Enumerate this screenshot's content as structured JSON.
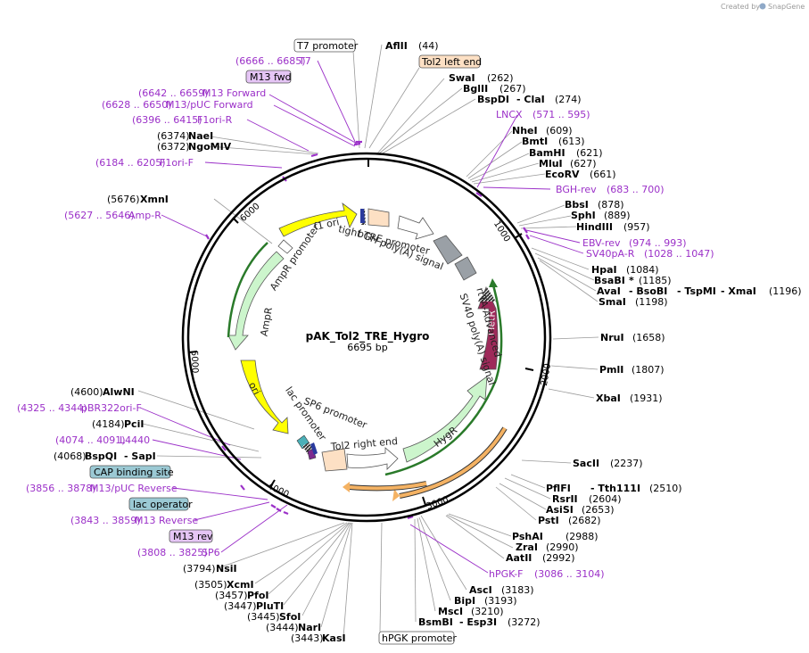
{
  "credit": {
    "prefix": "Created by",
    "brand": "SnapGene"
  },
  "title": "pAK_Tol2_TRE_Hygro",
  "length": "6695 bp",
  "ticks": [
    "1000",
    "2000",
    "3000",
    "4000",
    "5000",
    "6000"
  ],
  "features": [
    {
      "id": "f1ori",
      "label": "f1 ori"
    },
    {
      "id": "ampr-promoter",
      "label": "AmpR promoter"
    },
    {
      "id": "ampr",
      "label": "AmpR"
    },
    {
      "id": "ori",
      "label": "ori"
    },
    {
      "id": "lac-promoter",
      "label": "lac promoter"
    },
    {
      "id": "sp6-promoter",
      "label": "SP6 promoter"
    },
    {
      "id": "tol2-right-end",
      "label": "Tol2 right end"
    },
    {
      "id": "hygr",
      "label": "HygR"
    },
    {
      "id": "rtetr",
      "label": "rTetR"
    },
    {
      "id": "rta-advanced",
      "label": "rtTA-Advanced"
    },
    {
      "id": "sv40-polya",
      "label": "SV40 poly(A) signal"
    },
    {
      "id": "tight-tre",
      "label": "tight TRE promoter"
    },
    {
      "id": "bgh-polya",
      "label": "bGH poly(A) signal"
    }
  ],
  "labels": [
    {
      "id": "t7-promoter-box",
      "text": "T7 promoter"
    },
    {
      "id": "afl2",
      "text": "AflII"
    },
    {
      "id": "afl2-n",
      "text": "(44)"
    },
    {
      "id": "tol2-left-box",
      "text": "Tol2 left end"
    },
    {
      "id": "t7-n",
      "text": "(6666 .. 6685)"
    },
    {
      "id": "t7",
      "text": "T7"
    },
    {
      "id": "m13fwd-box",
      "text": "M13 fwd"
    },
    {
      "id": "swai",
      "text": "SwaI"
    },
    {
      "id": "swai-n",
      "text": "(262)"
    },
    {
      "id": "bglii",
      "text": "BglII"
    },
    {
      "id": "bglii-n",
      "text": "(267)"
    },
    {
      "id": "bspdi",
      "text": "BspDI"
    },
    {
      "id": "clai",
      "text": "- ClaI"
    },
    {
      "id": "clai-n",
      "text": "(274)"
    },
    {
      "id": "m13f-n",
      "text": "(6642 .. 6659)"
    },
    {
      "id": "m13f",
      "text": "M13 Forward"
    },
    {
      "id": "m13puc-n",
      "text": "(6628 .. 6650)"
    },
    {
      "id": "m13puc",
      "text": "M13/pUC Forward"
    },
    {
      "id": "lncx",
      "text": "LNCX"
    },
    {
      "id": "lncx-n",
      "text": "(571 .. 595)"
    },
    {
      "id": "f1orir-n",
      "text": "(6396 .. 6415)"
    },
    {
      "id": "f1orir",
      "text": "F1ori-R"
    },
    {
      "id": "naei-n",
      "text": "(6374)"
    },
    {
      "id": "naei",
      "text": "NaeI"
    },
    {
      "id": "nhei",
      "text": "NheI"
    },
    {
      "id": "nhei-n",
      "text": "(609)"
    },
    {
      "id": "ngomiv-n",
      "text": "(6372)"
    },
    {
      "id": "ngomiv",
      "text": "NgoMIV"
    },
    {
      "id": "bmti",
      "text": "BmtI"
    },
    {
      "id": "bmti-n",
      "text": "(613)"
    },
    {
      "id": "bamhi",
      "text": "BamHI"
    },
    {
      "id": "bamhi-n",
      "text": "(621)"
    },
    {
      "id": "f1orif-n",
      "text": "(6184 .. 6205)"
    },
    {
      "id": "f1orif",
      "text": "F1ori-F"
    },
    {
      "id": "mlui",
      "text": "MluI"
    },
    {
      "id": "mlui-n",
      "text": "(627)"
    },
    {
      "id": "ecorv",
      "text": "EcoRV"
    },
    {
      "id": "ecorv-n",
      "text": "(661)"
    },
    {
      "id": "bghrev",
      "text": "BGH-rev"
    },
    {
      "id": "bghrev-n",
      "text": "(683 .. 700)"
    },
    {
      "id": "xmni-n",
      "text": "(5676)"
    },
    {
      "id": "xmni",
      "text": "XmnI"
    },
    {
      "id": "bbsi",
      "text": "BbsI"
    },
    {
      "id": "bbsi-n",
      "text": "(878)"
    },
    {
      "id": "ampr-n",
      "text": "(5627 .. 5646)"
    },
    {
      "id": "ampr-p",
      "text": "Amp-R"
    },
    {
      "id": "sphi",
      "text": "SphI"
    },
    {
      "id": "sphi-n",
      "text": "(889)"
    },
    {
      "id": "hindiii",
      "text": "HindIII"
    },
    {
      "id": "hindiii-n",
      "text": "(957)"
    },
    {
      "id": "ebv",
      "text": "EBV-rev"
    },
    {
      "id": "ebv-n",
      "text": "(974 .. 993)"
    },
    {
      "id": "sv40r",
      "text": "SV40pA-R"
    },
    {
      "id": "sv40r-n",
      "text": "(1028 .. 1047)"
    },
    {
      "id": "hpai",
      "text": "HpaI"
    },
    {
      "id": "hpai-n",
      "text": "(1084)"
    },
    {
      "id": "bsabi",
      "text": "BsaBI"
    },
    {
      "id": "bsabi-star",
      "text": "*"
    },
    {
      "id": "bsabi-n",
      "text": "(1185)"
    },
    {
      "id": "avai",
      "text": "AvaI"
    },
    {
      "id": "bsobi",
      "text": "- BsoBI"
    },
    {
      "id": "tspmi",
      "text": "- TspMI"
    },
    {
      "id": "xmai",
      "text": "- XmaI"
    },
    {
      "id": "xmai-n",
      "text": "(1196)"
    },
    {
      "id": "smai",
      "text": "SmaI"
    },
    {
      "id": "smai-n",
      "text": "(1198)"
    },
    {
      "id": "nrui",
      "text": "NruI"
    },
    {
      "id": "nrui-n",
      "text": "(1658)"
    },
    {
      "id": "pmli",
      "text": "PmlI"
    },
    {
      "id": "pmli-n",
      "text": "(1807)"
    },
    {
      "id": "xbai",
      "text": "XbaI"
    },
    {
      "id": "xbai-n",
      "text": "(1931)"
    },
    {
      "id": "alwni-n",
      "text": "(4600)"
    },
    {
      "id": "alwni",
      "text": "AlwNI"
    },
    {
      "id": "pbr-n",
      "text": "(4325 .. 4344)"
    },
    {
      "id": "pbr",
      "text": "pBR322ori-F"
    },
    {
      "id": "pcii-n",
      "text": "(4184)"
    },
    {
      "id": "pcii",
      "text": "PciI"
    },
    {
      "id": "l4440-n",
      "text": "(4074 .. 4091)"
    },
    {
      "id": "l4440",
      "text": "L4440"
    },
    {
      "id": "bspqi-n",
      "text": "(4068)"
    },
    {
      "id": "bspqi",
      "text": "BspQI"
    },
    {
      "id": "sapi",
      "text": "- SapI"
    },
    {
      "id": "cap-box",
      "text": "CAP binding site"
    },
    {
      "id": "m13pucr-n",
      "text": "(3856 .. 3878)"
    },
    {
      "id": "m13pucr",
      "text": "M13/pUC Reverse"
    },
    {
      "id": "lacop-box",
      "text": "lac operator"
    },
    {
      "id": "m13r-n",
      "text": "(3843 .. 3859)"
    },
    {
      "id": "m13r",
      "text": "M13 Reverse"
    },
    {
      "id": "m13rev-box",
      "text": "M13 rev"
    },
    {
      "id": "sp6-n",
      "text": "(3808 .. 3825)"
    },
    {
      "id": "sp6",
      "text": "SP6"
    },
    {
      "id": "saci",
      "text": "SacII"
    },
    {
      "id": "saci-n",
      "text": "(2237)"
    },
    {
      "id": "pflfi",
      "text": "PflFI"
    },
    {
      "id": "tth111i",
      "text": "- Tth111I"
    },
    {
      "id": "tth111i-n",
      "text": "(2510)"
    },
    {
      "id": "rsrii",
      "text": "RsrII"
    },
    {
      "id": "rsrii-n",
      "text": "(2604)"
    },
    {
      "id": "asisi",
      "text": "AsiSI"
    },
    {
      "id": "asisi-n",
      "text": "(2653)"
    },
    {
      "id": "psti",
      "text": "PstI"
    },
    {
      "id": "psti-n",
      "text": "(2682)"
    },
    {
      "id": "pshai",
      "text": "PshAI"
    },
    {
      "id": "pshai-n",
      "text": "(2988)"
    },
    {
      "id": "zrai",
      "text": "ZraI"
    },
    {
      "id": "zrai-n",
      "text": "(2990)"
    },
    {
      "id": "aatii",
      "text": "AatII"
    },
    {
      "id": "aatii-n",
      "text": "(2992)"
    },
    {
      "id": "hpgkf",
      "text": "hPGK-F"
    },
    {
      "id": "hpgkf-n",
      "text": "(3086 .. 3104)"
    },
    {
      "id": "asci",
      "text": "AscI"
    },
    {
      "id": "asci-n",
      "text": "(3183)"
    },
    {
      "id": "bipi",
      "text": "BipI"
    },
    {
      "id": "bipi-n",
      "text": "(3193)"
    },
    {
      "id": "msci",
      "text": "MscI"
    },
    {
      "id": "msci-n",
      "text": "(3210)"
    },
    {
      "id": "bsmbi",
      "text": "BsmBI"
    },
    {
      "id": "esp3i",
      "text": "- Esp3I"
    },
    {
      "id": "esp3i-n",
      "text": "(3272)"
    },
    {
      "id": "nsii-n",
      "text": "(3794)"
    },
    {
      "id": "nsii",
      "text": "NsiI"
    },
    {
      "id": "xcmi-n",
      "text": "(3505)"
    },
    {
      "id": "xcmi",
      "text": "XcmI"
    },
    {
      "id": "pfoi-n",
      "text": "(3457)"
    },
    {
      "id": "pfoi",
      "text": "PfoI"
    },
    {
      "id": "pluti-n",
      "text": "(3447)"
    },
    {
      "id": "pluti",
      "text": "PluTI"
    },
    {
      "id": "sfoi-n",
      "text": "(3445)"
    },
    {
      "id": "sfoi",
      "text": "SfoI"
    },
    {
      "id": "nari-n",
      "text": "(3444)"
    },
    {
      "id": "nari",
      "text": "NarI"
    },
    {
      "id": "kasi-n",
      "text": "(3443)"
    },
    {
      "id": "kasi",
      "text": "KasI"
    },
    {
      "id": "hpgk-box",
      "text": "hPGK promoter"
    }
  ]
}
